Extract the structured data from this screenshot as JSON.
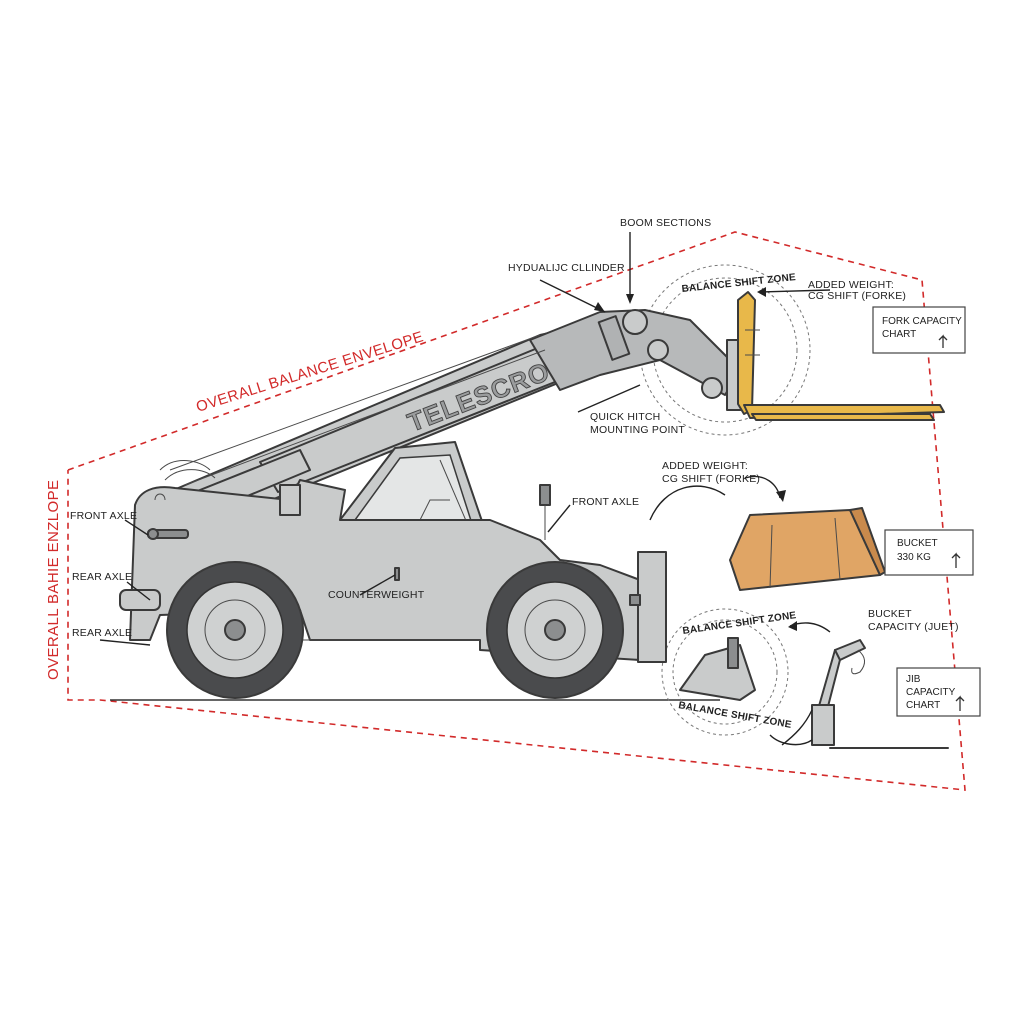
{
  "envelope": {
    "top_label": "OVERALL BALANCE ENVELOPE",
    "side_label": "OVERALL BAHIE ENZLOPE",
    "color": "#d22a2a"
  },
  "machine": {
    "brand": "TELESCRO"
  },
  "labels": {
    "boom_sections": "BOOM SECTIONS",
    "hydraulic_cylinder": "HYDUALIJC CLLINDER",
    "balance_zone_top": "BALANCE SHIFT ZONE",
    "added_weight_fork_1": "ADDED WEIGHT:",
    "added_weight_fork_2": "CG SHIFT (FORKE)",
    "quick_hitch_1": "QUICK HITCH",
    "quick_hitch_2": "MOUNTING POINT",
    "added_weight_bucket_1": "ADDED WEIGHT:",
    "added_weight_bucket_2": "CG SHIFT (FORKE)",
    "front_axle_left": "FRONT AXLE",
    "front_axle_cab": "FRONT AXLE",
    "rear_axle_1": "REAR AXLE",
    "rear_axle_2": "REAR AXLE",
    "counterweight": "COUNTERWEIGHT",
    "bucket_capacity_1": "BUCKET",
    "bucket_capacity_2": "CAPACITY (JUET)",
    "balance_zone_bottom_top": "BALANCE SHIFT ZONE",
    "balance_zone_bottom_bottom": "BALANCE SHIFT ZONE"
  },
  "boxes": {
    "fork": {
      "line1": "FORK CAPACITY",
      "line2": "CHART"
    },
    "bucket": {
      "line1": "BUCKET",
      "line2": "330 KG"
    },
    "jib": {
      "line1": "JIB",
      "line2": "CAPACITY",
      "line3": "CHART"
    }
  },
  "colors": {
    "body": "#c9cbcb",
    "fork": "#e8b84a",
    "bucket": "#e0a565",
    "outline": "#3a3a3a"
  }
}
